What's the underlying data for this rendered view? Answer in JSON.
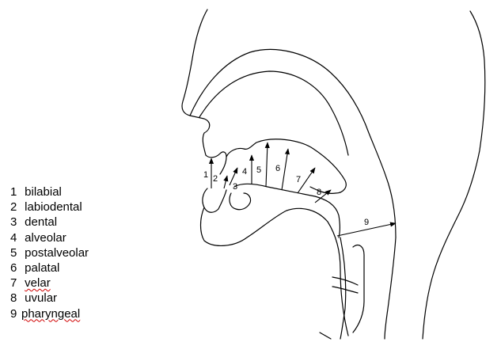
{
  "legend": {
    "items": [
      {
        "num": "1",
        "label": "bilabial"
      },
      {
        "num": "2",
        "label": "labiodental"
      },
      {
        "num": "3",
        "label": "dental"
      },
      {
        "num": "4",
        "label": "alveolar"
      },
      {
        "num": "5",
        "label": "postalveolar"
      },
      {
        "num": "6",
        "label": "palatal"
      },
      {
        "num": "7",
        "label": "velar"
      },
      {
        "num": "8",
        "label": "uvular"
      },
      {
        "num": "9",
        "label": "pharyngeal"
      }
    ]
  },
  "diagram": {
    "labels": [
      "1",
      "2",
      "3",
      "4",
      "5",
      "6",
      "7",
      "8",
      "9"
    ]
  }
}
